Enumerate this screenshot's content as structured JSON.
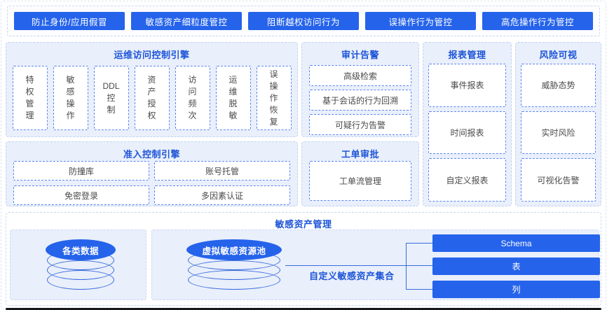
{
  "colors": {
    "accent_blue": "#2563eb",
    "title_blue": "#1d54d7",
    "panel_bg": "#e9effb",
    "dashed_border": "#5a85f0",
    "line_blue": "#3a6bdc"
  },
  "top_buttons": [
    "防止身份/应用假冒",
    "敏感资产细粒度管控",
    "阻断越权访问行为",
    "误操作行为管控",
    "高危操作行为管控"
  ],
  "ops_engine": {
    "title": "运维访问控制引擎",
    "items": [
      [
        "特",
        "权",
        "管",
        "理"
      ],
      [
        "敏",
        "感",
        "操",
        "作"
      ],
      [
        "DDL",
        "控",
        "制"
      ],
      [
        "资",
        "产",
        "授",
        "权"
      ],
      [
        "访",
        "问",
        "频",
        "次"
      ],
      [
        "运",
        "维",
        "脱",
        "敏"
      ],
      [
        "误",
        "操",
        "作",
        "恢",
        "复"
      ]
    ]
  },
  "audit": {
    "title": "审计告警",
    "items": [
      "高级检索",
      "基于会话的行为回溯",
      "可疑行为告警"
    ]
  },
  "access_engine": {
    "title": "准入控制引擎",
    "items": [
      "防撞库",
      "账号托管",
      "免密登录",
      "多因素认证"
    ]
  },
  "ticket": {
    "title": "工单审批",
    "items": [
      "工单流管理"
    ]
  },
  "report": {
    "title": "报表管理",
    "items": [
      "事件报表",
      "时间报表",
      "自定义报表"
    ]
  },
  "risk": {
    "title": "风险可视",
    "items": [
      "威胁态势",
      "实时风险",
      "可视化告警"
    ]
  },
  "asset_mgmt": {
    "title": "敏感资产管理",
    "source_db": "各类数据",
    "virtual_pool": "虚拟敏感资源池",
    "collection_label": "自定义敏感资产集合",
    "targets": [
      "Schema",
      "表",
      "列"
    ]
  }
}
